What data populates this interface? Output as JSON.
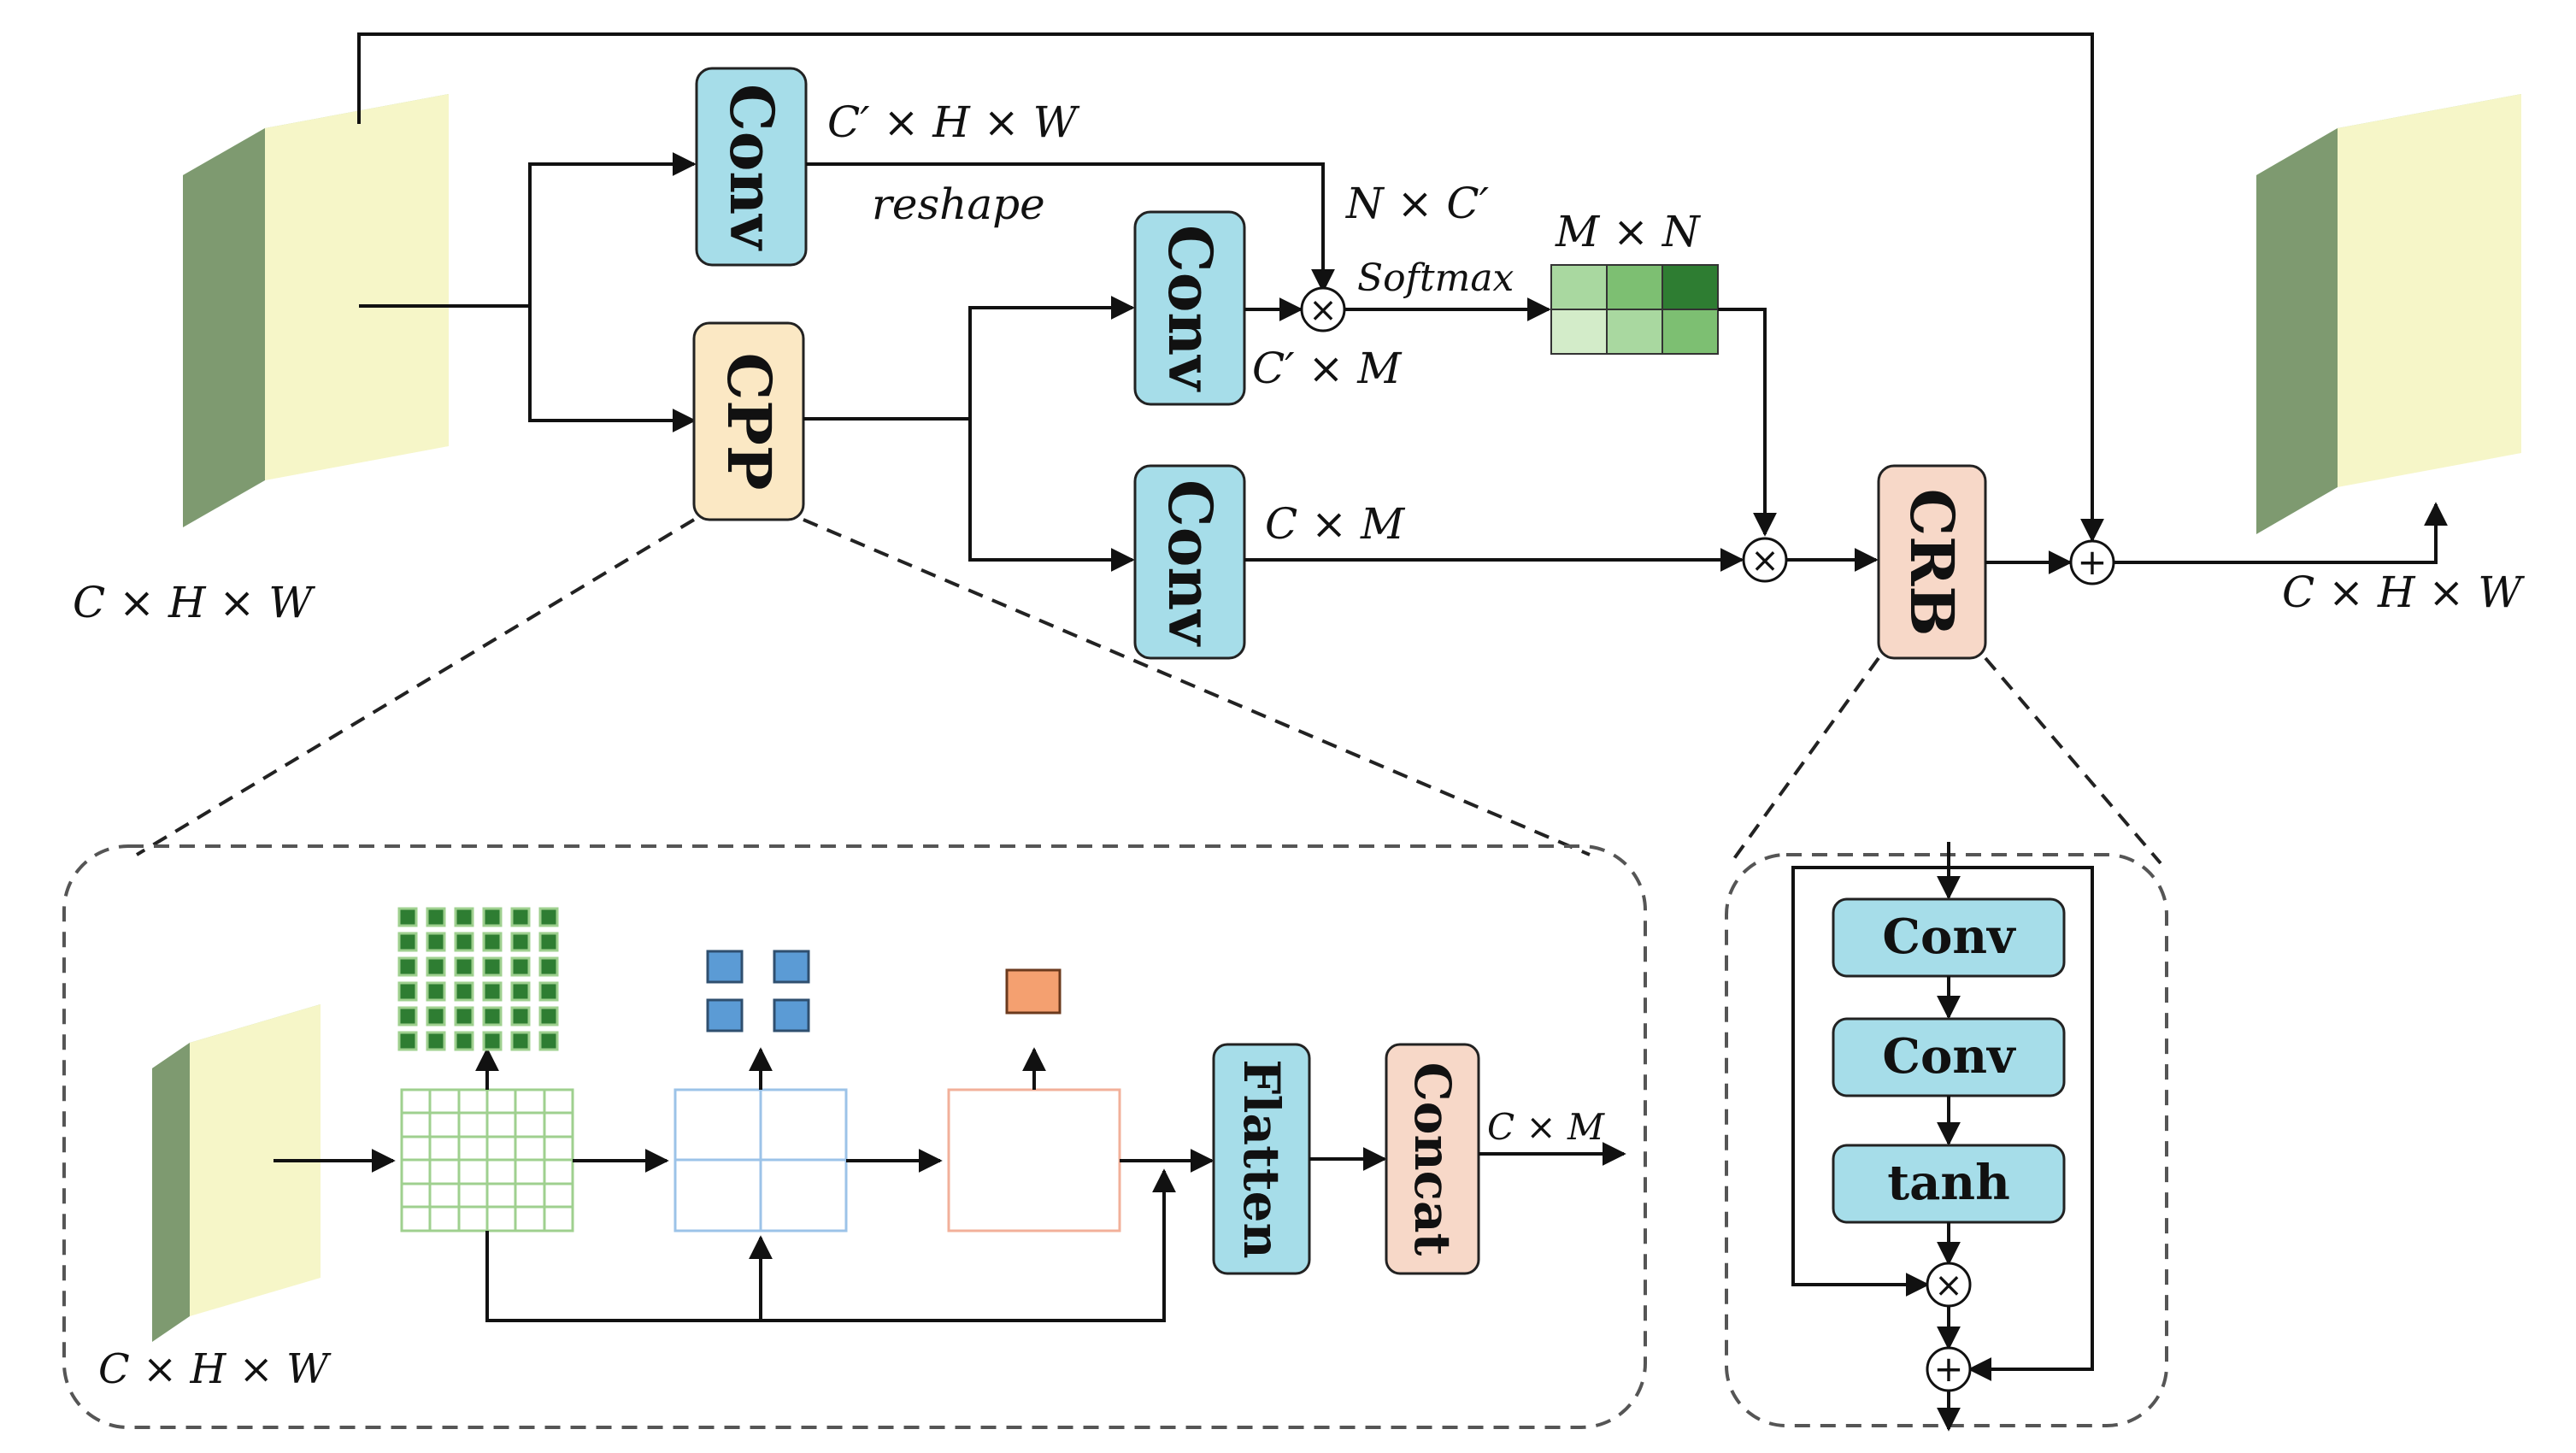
{
  "colors": {
    "conv_fill": "#a6dde9",
    "cpp_fill": "#fbe8c4",
    "crb_fill": "#f7d8c8",
    "concat_fill": "#f7d8c8",
    "feature_front": "#f6f6c8",
    "feature_side": "#7e9a70",
    "feature_top": "#a9c89a",
    "grid_green": "#9fd08f",
    "grid_blue": "#9cc3e8",
    "pool_orange": "#f2b09a",
    "cell_blue": "#5b9bd5",
    "cell_orange": "#f4a070",
    "cell_green": "#2e7d32"
  },
  "main": {
    "input_label": "C × H × W",
    "output_label": "C × H × W",
    "conv_top_label": "Conv",
    "cpp_label": "CPP",
    "conv_mid_label": "Conv",
    "conv_bottom_label": "Conv",
    "crb_label": "CRB",
    "dim_chw_prime": "C′ × H × W",
    "reshape_label": "reshape",
    "dim_nc_prime": "N × C′",
    "dim_c_prime_m": "C′ × M",
    "dim_cm": "C × M",
    "softmax_label": "Softmax",
    "dim_mn": "M × N",
    "multiply_symbol": "×",
    "add_symbol": "+"
  },
  "cpp_detail": {
    "input_label": "C × H × W",
    "flatten_label": "Flatten",
    "concat_label": "Concat",
    "output_label": "C × M"
  },
  "crb_detail": {
    "conv1_label": "Conv",
    "conv2_label": "Conv",
    "tanh_label": "tanh",
    "multiply_symbol": "×",
    "add_symbol": "+"
  }
}
